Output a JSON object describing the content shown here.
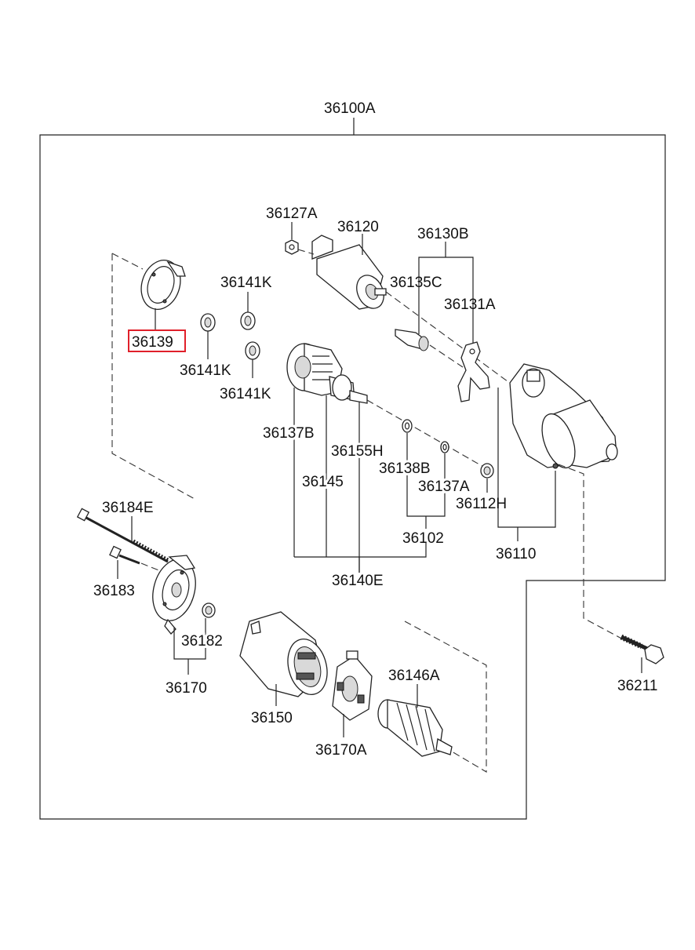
{
  "assembly": {
    "main_label": "36100A",
    "highlighted": "36139"
  },
  "labels": {
    "p36127A": "36127A",
    "p36120": "36120",
    "p36130B": "36130B",
    "p36135C": "36135C",
    "p36131A": "36131A",
    "p36141K_top": "36141K",
    "p36141K_mid": "36141K",
    "p36141K_bot": "36141K",
    "p36139": "36139",
    "p36137B": "36137B",
    "p36155H": "36155H",
    "p36145": "36145",
    "p36138B": "36138B",
    "p36137A": "36137A",
    "p36112H": "36112H",
    "p36102": "36102",
    "p36110": "36110",
    "p36140E": "36140E",
    "p36184E": "36184E",
    "p36183": "36183",
    "p36182": "36182",
    "p36170": "36170",
    "p36150": "36150",
    "p36170A": "36170A",
    "p36146A": "36146A",
    "p36211": "36211"
  },
  "colors": {
    "highlight": "#e0202a",
    "line": "#222222"
  }
}
